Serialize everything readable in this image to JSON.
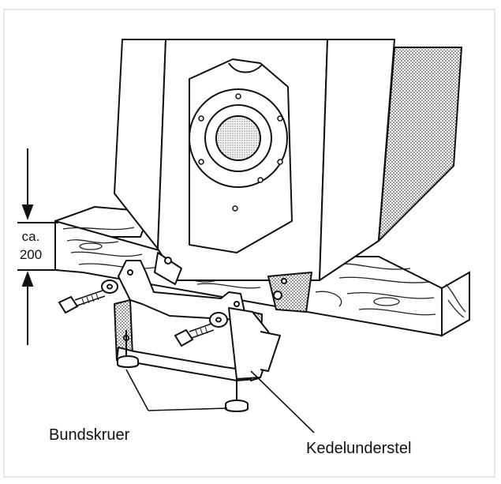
{
  "labels": {
    "dimension_line1": "ca.",
    "dimension_line2": "200",
    "feet": "Bundskruer",
    "base_frame": "Kedelunderstel"
  },
  "colors": {
    "ink": "#111111",
    "paper": "#ffffff",
    "shade": "#8a8a8a"
  }
}
